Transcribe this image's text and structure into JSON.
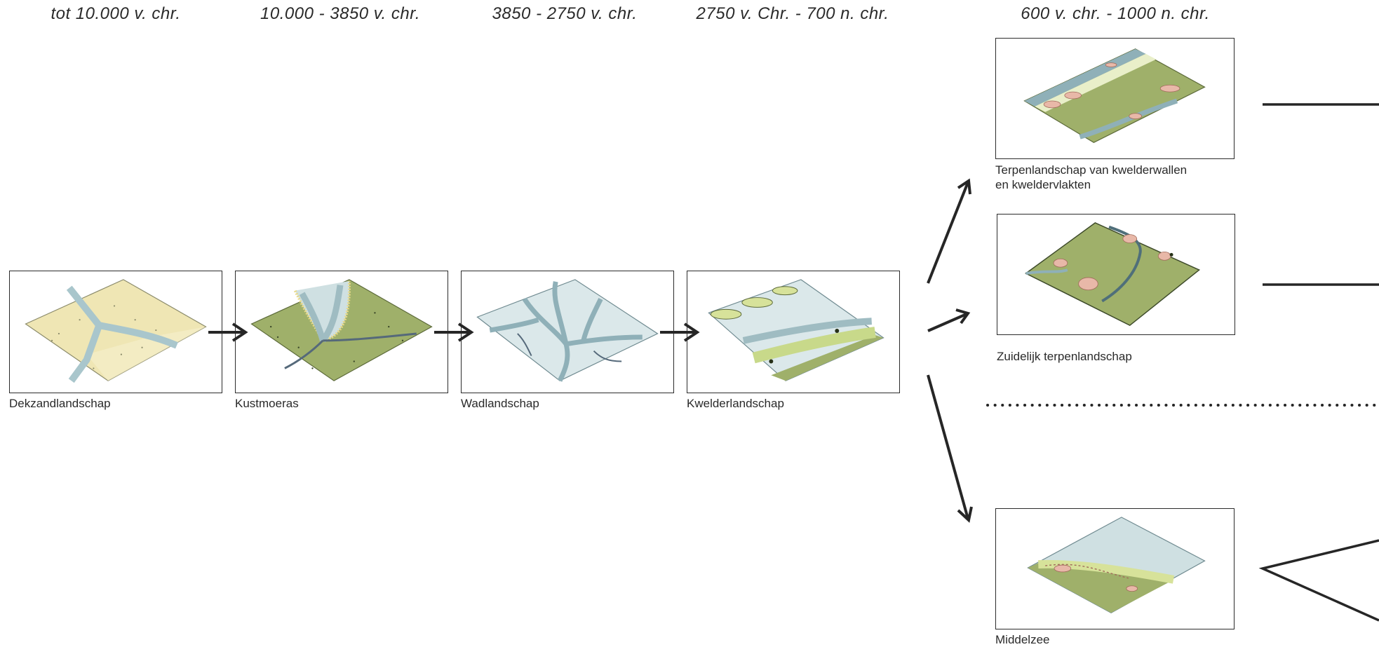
{
  "eras": [
    "tot 10.000 v. chr.",
    "10.000 - 3850 v. chr.",
    "3850 - 2750 v. chr.",
    "2750 v. Chr. - 700 n. chr.",
    "600 v. chr. - 1000 n. chr."
  ],
  "stages": [
    {
      "label": "Dekzandlandschap",
      "fill": "#efe6b4"
    },
    {
      "label": "Kustmoeras",
      "fill": "#9fb06a"
    },
    {
      "label": "Wadlandschap",
      "fill": "#cfe0e2"
    },
    {
      "label": "Kwelderlandschap",
      "fill": "#cfe0e2"
    }
  ],
  "branches": [
    {
      "label_line1": "Terpenlandschap van kwelderwallen",
      "label_line2": "en kweldervlakten"
    },
    {
      "label_line1": "Zuidelijk terpenlandschap"
    },
    {
      "label_line1": "Middelzee"
    }
  ],
  "colors": {
    "ink": "#262626",
    "sand": "#efe6b4",
    "grass": "#9fb06a",
    "water": "#aac6cc",
    "mud": "#cfe0e2",
    "terp": "#e8b8a8"
  }
}
